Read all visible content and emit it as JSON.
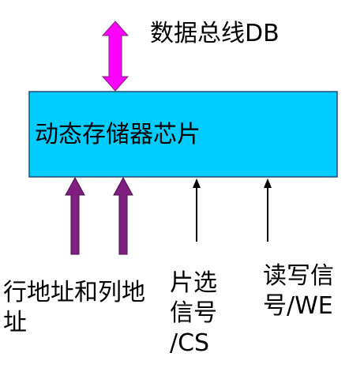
{
  "diagram": {
    "chip": {
      "label": "动态存储器芯片",
      "fill": "#00CCFF",
      "stroke": "#1F4E79"
    },
    "data_bus": {
      "label": "数据总线DB",
      "color": "#FF00FF"
    },
    "address": {
      "line1": "行地址和列地",
      "line2": "址",
      "color": "#7F1F7F"
    },
    "chip_select": {
      "line1": "片选",
      "line2": "信号",
      "line3": "/CS"
    },
    "read_write": {
      "line1": "读写信",
      "line2": "号/WE"
    }
  }
}
